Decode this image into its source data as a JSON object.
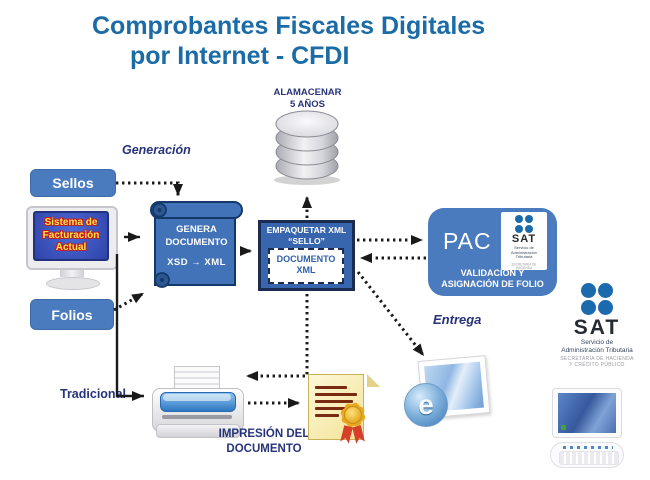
{
  "title": {
    "line1": "Comprobantes Fiscales Digitales",
    "line2": "por Internet - CFDI"
  },
  "labels": {
    "almacenar_l1": "ALAMACENAR",
    "almacenar_l2": "5 AÑOS",
    "generacion": "Generación",
    "entrega": "Entrega",
    "tradicional": "Tradicional",
    "impresion_l1": "IMPRESIÓN DEL",
    "impresion_l2": "DOCUMENTO"
  },
  "nodes": {
    "sellos": {
      "label": "Sellos"
    },
    "folios": {
      "label": "Folios"
    },
    "sistema_facturacion": {
      "l1": "Sistema de",
      "l2": "Facturación",
      "l3": "Actual"
    },
    "genera_documento": {
      "l1": "GENERA",
      "l2": "DOCUMENTO",
      "l3": "XSD → XML"
    },
    "empaquetar": {
      "l1": "EMPAQUETAR XML",
      "l2": "“SELLO”",
      "inner_l1": "DOCUMENTO",
      "inner_l2": "XML"
    },
    "pac": {
      "label": "PAC",
      "sub_l1": "VALIDACIÓN Y",
      "sub_l2": "ASIGNACIÓN DE FOLIO"
    }
  },
  "sat": {
    "acronym": "SAT",
    "name_l1": "Servicio de",
    "name_l2": "Administración Tributaria",
    "footer_l1": "SECRETARÍA DE HACIENDA",
    "footer_l2": "Y CRÉDITO PÚBLICO"
  },
  "icons": {
    "email_glyph": "e",
    "database": "stacked-silver-cylinders",
    "crt_monitor": "crt-monitor-with-blue-screen",
    "printer": "desktop-printer-with-paper",
    "stamped_document": "document-with-gold-seal-ribbon",
    "email_stamp": "postage-stamp-with-e-badge",
    "sat_logo": "four-blue-dots",
    "flat_monitor": "small-lcd-monitor",
    "keyboard": "small-white-keyboard"
  },
  "colors": {
    "title_blue": "#1A6BA6",
    "box_blue": "#4A7BBE",
    "deep_box_blue": "#3765AE",
    "navy_border": "#1B2B52",
    "label_navy": "#27337A",
    "sat_dot_blue": "#1B6AAE",
    "seal_gold": "#E8A81F",
    "ribbon_red": "#D6402A",
    "arrow_black": "#1A1A1A",
    "screen_text_yellow": "#FFE34D",
    "screen_text_outline_red": "#C81A1A"
  }
}
